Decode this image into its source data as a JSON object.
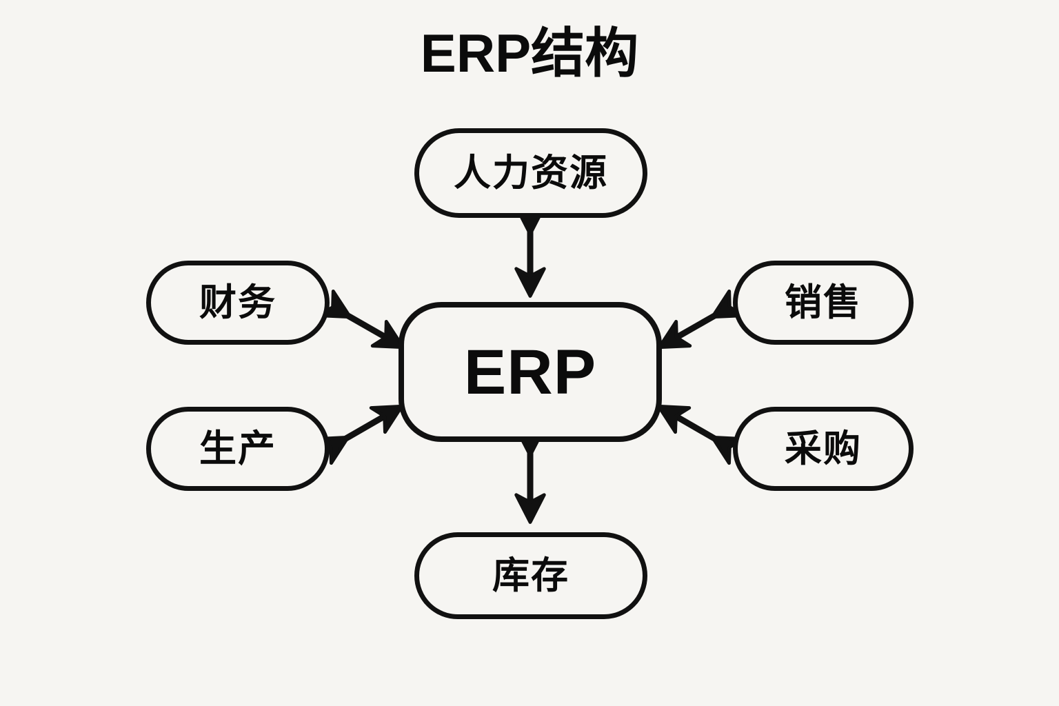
{
  "page": {
    "background_color": "#f6f5f2",
    "ink_color": "#111111",
    "text_color": "#0b0b0b"
  },
  "title": "ERP结构",
  "diagram": {
    "type": "hub-and-spoke",
    "center": {
      "id": "erp",
      "label": "ERP",
      "shape": "rounded-rectangle"
    },
    "nodes": [
      {
        "id": "hr",
        "label": "人力资源",
        "position": "top"
      },
      {
        "id": "finance",
        "label": "财务",
        "position": "left-upper"
      },
      {
        "id": "production",
        "label": "生产",
        "position": "left-lower"
      },
      {
        "id": "sales",
        "label": "销售",
        "position": "right-upper"
      },
      {
        "id": "procurement",
        "label": "采购",
        "position": "right-lower"
      },
      {
        "id": "inventory",
        "label": "库存",
        "position": "bottom"
      }
    ],
    "connections": [
      {
        "from": "hr",
        "to": "erp",
        "style": "double-arrow",
        "orientation": "vertical"
      },
      {
        "from": "finance",
        "to": "erp",
        "style": "double-arrow",
        "orientation": "diagonal"
      },
      {
        "from": "production",
        "to": "erp",
        "style": "double-arrow",
        "orientation": "diagonal"
      },
      {
        "from": "sales",
        "to": "erp",
        "style": "double-arrow",
        "orientation": "diagonal"
      },
      {
        "from": "procurement",
        "to": "erp",
        "style": "double-arrow",
        "orientation": "diagonal"
      },
      {
        "from": "inventory",
        "to": "erp",
        "style": "double-arrow",
        "orientation": "vertical"
      }
    ]
  }
}
